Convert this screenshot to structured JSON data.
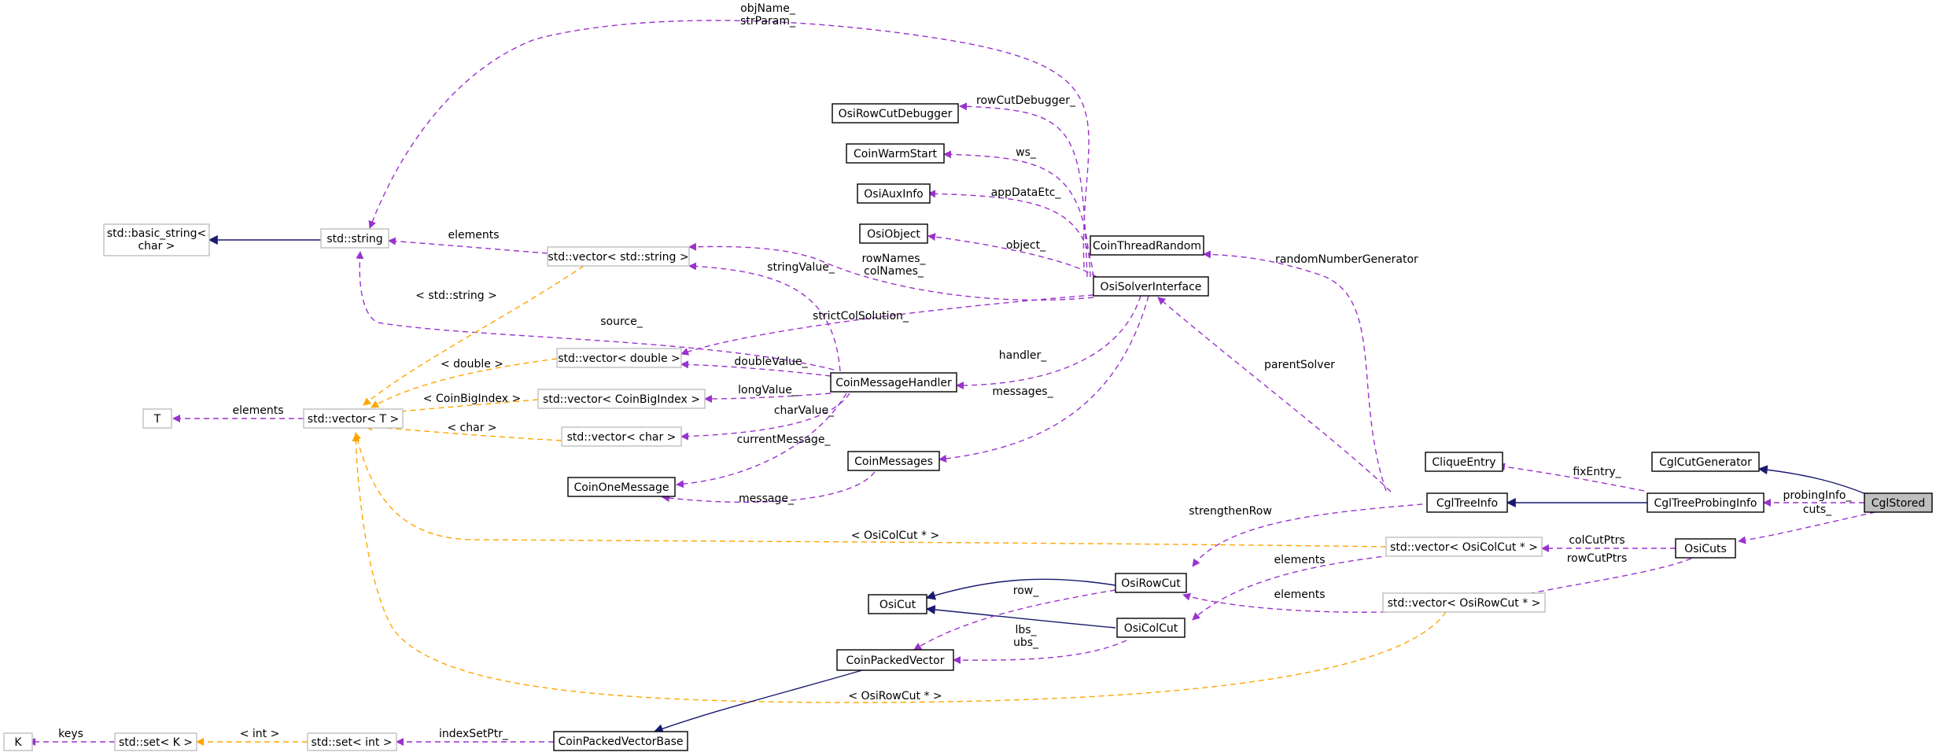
{
  "colors": {
    "usage": "#9a32cd",
    "template": "#ffa500",
    "inherit": "#191970",
    "node_border": "#000000",
    "grey_border": "#bfbfbf",
    "focus_fill": "#bfbfbf"
  },
  "nodes": {
    "K": "K",
    "set_K": "std::set< K >",
    "set_int": "std::set< int >",
    "CoinPackedVectorBase": "CoinPackedVectorBase",
    "T": "T",
    "vector_T": "std::vector< T >",
    "basic_string": [
      "std::basic_string<",
      "char >"
    ],
    "std_string": "std::string",
    "vector_string": "std::vector< std::string >",
    "vector_double": "std::vector< double >",
    "vector_CoinBigIndex": "std::vector< CoinBigIndex >",
    "vector_char": "std::vector< char >",
    "CoinOneMessage": "CoinOneMessage",
    "CoinMessageHandler": "CoinMessageHandler",
    "CoinMessages": "CoinMessages",
    "OsiRowCutDebugger": "OsiRowCutDebugger",
    "CoinWarmStart": "CoinWarmStart",
    "OsiAuxInfo": "OsiAuxInfo",
    "OsiObject": "OsiObject",
    "CoinThreadRandom": "CoinThreadRandom",
    "OsiSolverInterface": "OsiSolverInterface",
    "OsiCut": "OsiCut",
    "OsiRowCut": "OsiRowCut",
    "OsiColCut": "OsiColCut",
    "CoinPackedVector": "CoinPackedVector",
    "vector_OsiColCut": "std::vector< OsiColCut * >",
    "vector_OsiRowCut": "std::vector< OsiRowCut * >",
    "CliqueEntry": "CliqueEntry",
    "CglTreeInfo": "CglTreeInfo",
    "CglTreeProbingInfo": "CglTreeProbingInfo",
    "CglCutGenerator": "CglCutGenerator",
    "OsiCuts": "OsiCuts",
    "CglStored": "CglStored"
  },
  "edge_labels": {
    "keys": "keys",
    "int": "< int >",
    "indexSetPtr": "indexSetPtr_",
    "elements_T": "elements",
    "elements_string": "elements",
    "objName": [
      "objName_",
      "strParam_"
    ],
    "std_string_tmpl": "< std::string >",
    "source": "source_",
    "stringValue": "stringValue_",
    "rowNames": [
      "rowNames_",
      "colNames_"
    ],
    "strictColSolution": "strictColSolution_",
    "double_tmpl": "< double >",
    "doubleValue": "doubleValue_",
    "CoinBigIndex_tmpl": "< CoinBigIndex >",
    "longValue": "longValue_",
    "char_tmpl": "< char >",
    "charValue": "charValue_",
    "currentMessage": "currentMessage_",
    "message": "message_",
    "rowCutDebugger": "rowCutDebugger_",
    "ws": "ws_",
    "appDataEtc": "appDataEtc_",
    "object": "object_",
    "randomNumberGenerator": "randomNumberGenerator",
    "handler": "handler_",
    "messages": "messages_",
    "parentSolver": "parentSolver",
    "OsiColCut_tmpl": "< OsiColCut * >",
    "OsiRowCut_tmpl": "< OsiRowCut * >",
    "strengthenRow": "strengthenRow",
    "row": "row_",
    "lbs": [
      "lbs_",
      "ubs_"
    ],
    "elements_col": "elements",
    "elements_row": "elements",
    "colCutPtrs": "colCutPtrs",
    "rowCutPtrs": "rowCutPtrs",
    "fixEntry": "fixEntry_",
    "probingInfo": "probingInfo_",
    "cuts": "cuts_"
  }
}
